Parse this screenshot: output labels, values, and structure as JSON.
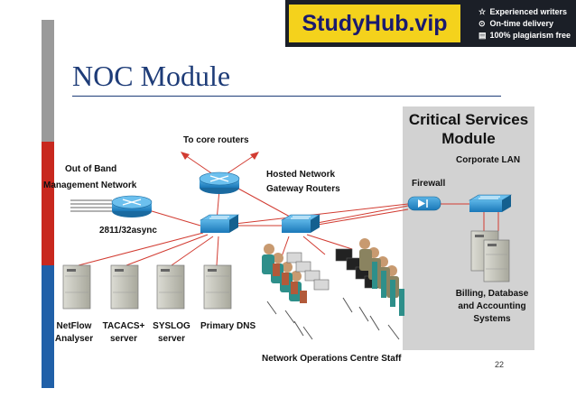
{
  "slide": {
    "title": "NOC Module",
    "page_number": "22"
  },
  "banner": {
    "brand": "StudyHub.vip",
    "features": [
      {
        "icon": "star-icon",
        "glyph": "☆",
        "text": "Experienced writers"
      },
      {
        "icon": "clock-icon",
        "glyph": "⊙",
        "text": "On-time delivery"
      },
      {
        "icon": "document-icon",
        "glyph": "▤",
        "text": "100% plagiarism free"
      }
    ]
  },
  "labels": {
    "to_core_routers": "To core routers",
    "out_of_band_1": "Out of Band",
    "out_of_band_2": "Management Network",
    "hosted_network_1": "Hosted Network",
    "hosted_network_2": "Gateway Routers",
    "async_router": "2811/32async",
    "firewall": "Firewall",
    "corporate_lan": "Corporate LAN",
    "billing_1": "Billing, Database",
    "billing_2": "and Accounting",
    "billing_3": "Systems",
    "netflow_1": "NetFlow",
    "netflow_2": "Analyser",
    "tacacs_1": "TACACS+",
    "tacacs_2": "server",
    "syslog_1": "SYSLOG",
    "syslog_2": "server",
    "primary_dns": "Primary DNS",
    "noc_staff": "Network Operations Centre Staff"
  },
  "critical_services": {
    "title_line1": "Critical Services",
    "title_line2": "Module"
  },
  "colors": {
    "link": "#d23c32",
    "device": "#1e8cc8",
    "title": "#1e3c78",
    "panel": "#d2d2d2",
    "brand": "#f4d21c"
  }
}
